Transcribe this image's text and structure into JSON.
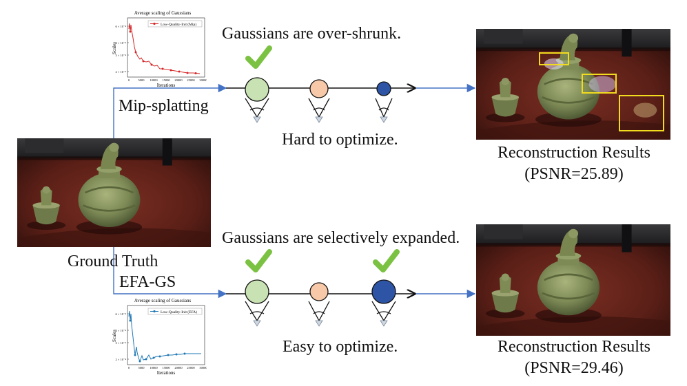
{
  "top": {
    "note_upper": "Gaussians are over-shrunk.",
    "note_lower": "Hard to optimize.",
    "method": "Mip-splatting",
    "result_title": "Reconstruction Results",
    "result_psnr": "(PSNR=25.89)",
    "chart": {
      "title": "Average scaling of Gaussians",
      "legend": "Low-Quality-Init (Mip)",
      "xlabel": "Iterations",
      "ylabel": "Scales",
      "yticks": [
        "6 × 10⁻⁴",
        "4 × 10⁻⁴",
        "3 × 10⁻⁴",
        "2 × 10⁻⁴"
      ],
      "xticks": [
        "0",
        "5000",
        "10000",
        "15000",
        "20000",
        "25000",
        "30000"
      ],
      "color": "#d62728"
    }
  },
  "bottom": {
    "note_upper": "Gaussians are selectively expanded.",
    "note_lower": "Easy to optimize.",
    "method": "EFA-GS",
    "result_title": "Reconstruction Results",
    "result_psnr": "(PSNR=29.46)",
    "chart": {
      "title": "Average scaling of Gaussians",
      "legend": "Low-Quality-Init (EFA)",
      "xlabel": "Iterations",
      "ylabel": "Scales",
      "yticks": [
        "6 × 10⁻⁴",
        "4 × 10⁻⁴",
        "3 × 10⁻⁴",
        "2 × 10⁻⁴"
      ],
      "xticks": [
        "0",
        "5000",
        "10000",
        "15000",
        "20000",
        "25000",
        "30000"
      ],
      "color": "#1f77b4"
    }
  },
  "ground_truth_label": "Ground Truth",
  "colors": {
    "arrow": "#4472c4",
    "check": "#7cc242",
    "gaussian_small": "#c9e2b3",
    "gaussian_medium": "#f8c9a8",
    "gaussian_large": "#2e54a6",
    "highlight_box": "#f2dc1e"
  }
}
